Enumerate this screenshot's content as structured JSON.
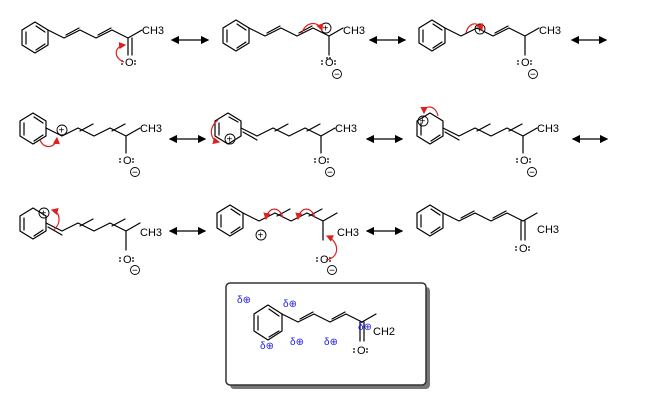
{
  "structures": [
    {
      "id": "s1",
      "methyl": "CH3",
      "oxygen": "O",
      "charge": ""
    },
    {
      "id": "s2",
      "methyl": "CH3",
      "oxygen": "O",
      "charge": "−"
    },
    {
      "id": "s3",
      "methyl": "CH3",
      "oxygen": "O",
      "charge": "−"
    },
    {
      "id": "s4",
      "methyl": "CH3",
      "oxygen": "O",
      "charge": "−"
    },
    {
      "id": "s5",
      "methyl": "CH3",
      "oxygen": "O",
      "charge": "−"
    },
    {
      "id": "s6",
      "methyl": "CH3",
      "oxygen": "O",
      "charge": "−"
    },
    {
      "id": "s7",
      "methyl": "CH3",
      "oxygen": "O",
      "charge": "−"
    },
    {
      "id": "s8",
      "methyl": "CH3",
      "oxygen": "O",
      "charge": "−"
    },
    {
      "id": "s9",
      "methyl": "CH3",
      "oxygen": "O",
      "charge": ""
    }
  ],
  "summary": {
    "methylene": "CH2",
    "oxygen": "O",
    "delta_label": "δ⊕"
  },
  "colors": {
    "arrow": "#e02020",
    "delta": "#1a1ae6",
    "frame": "#333333",
    "shadow": "#777777"
  }
}
